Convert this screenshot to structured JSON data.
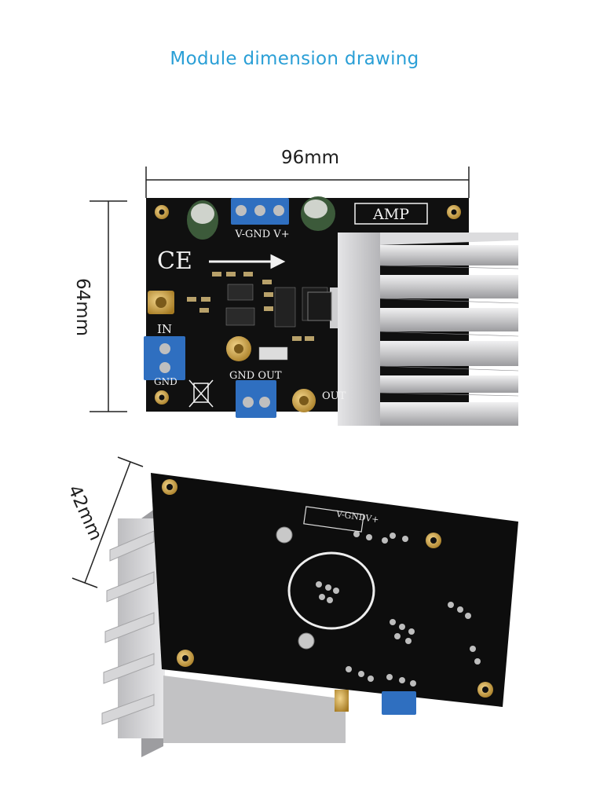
{
  "title": "Module dimension drawing",
  "dimensions": {
    "width": "96mm",
    "height": "64mm",
    "depth": "42mm"
  },
  "board": {
    "label_amp": "AMP",
    "label_power": "V-GND V+",
    "label_in": "IN",
    "label_gnd_in": "GND",
    "label_gnd_out": "GND OUT",
    "label_out": "OUT",
    "label_ce": "CE",
    "back_label": "V-GNDV+"
  },
  "colors": {
    "title": "#2a9fd6",
    "board": "#111111",
    "heatsink": "#c8c8ca",
    "terminal": "#2f6fc0",
    "gold": "#d1a640"
  }
}
